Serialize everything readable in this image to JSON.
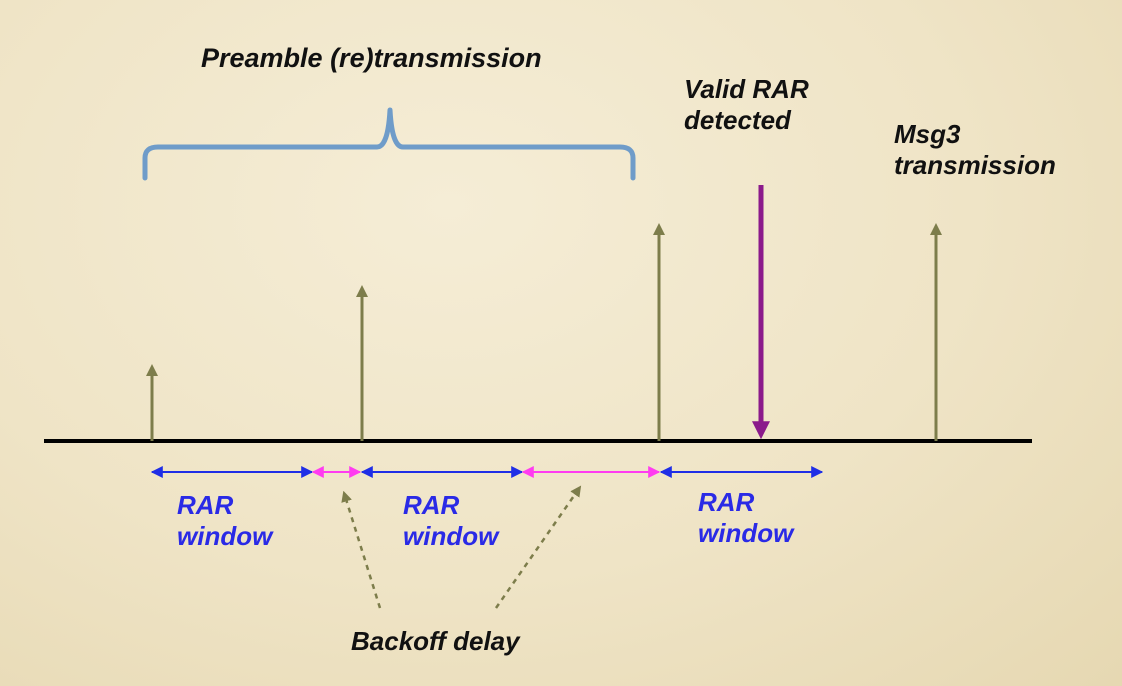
{
  "labels": {
    "preamble": "Preamble (re)transmission",
    "valid_rar_line1": "Valid RAR",
    "valid_rar_line2": "detected",
    "msg3_line1": "Msg3",
    "msg3_line2": "transmission",
    "rar_window_line1": "RAR",
    "rar_window_line2": "window",
    "backoff": "Backoff delay"
  },
  "colors": {
    "background": "#efe4c6",
    "timeline": "#000000",
    "transmission_arrow": "#7d7d4b",
    "rar_arrow": "#8b1a8b",
    "rar_window": "#1f2ee6",
    "backoff_window": "#ff3cf0",
    "brace": "#6f9cc9",
    "backoff_pointer": "#7d7d4b",
    "label_blue": "#2a2ae6",
    "label_dark": "#111111"
  }
}
